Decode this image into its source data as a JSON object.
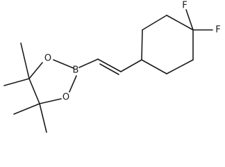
{
  "molecule": {
    "atoms": {
      "boron": "B",
      "oxygen_upper": "O",
      "oxygen_lower": "O",
      "fluorine_1": "F",
      "fluorine_2": "F"
    }
  }
}
